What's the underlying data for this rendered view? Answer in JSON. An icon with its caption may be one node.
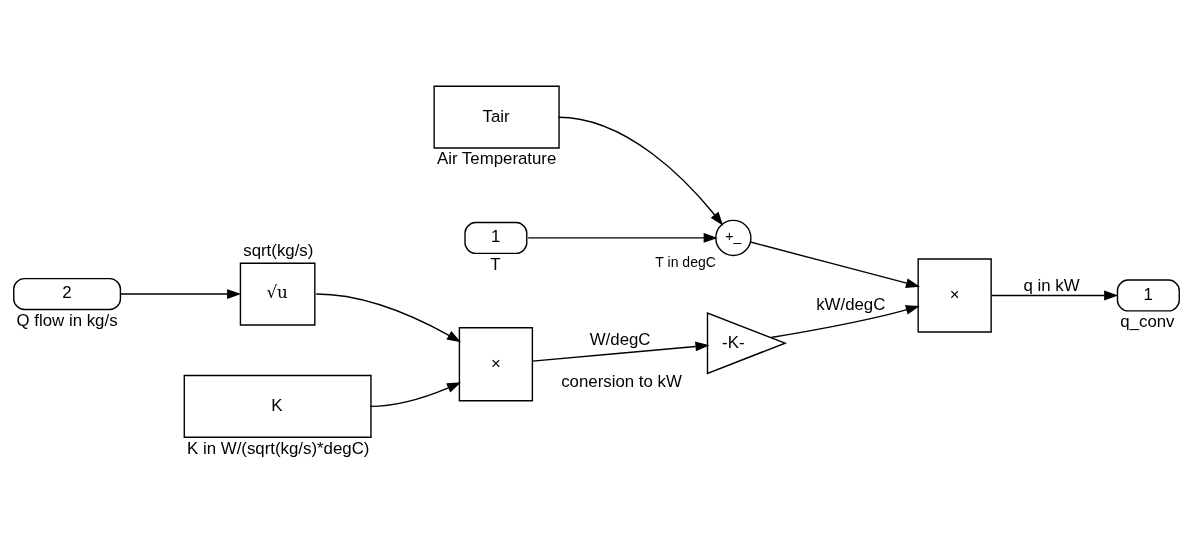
{
  "diagram": {
    "nodes": [
      {
        "text": [
          "1"
        ],
        "beside": [
          "T"
        ]
      },
      {
        "text": [
          "+_"
        ],
        "beside": [
          "T in degC"
        ]
      },
      {
        "text": [
          "Tair"
        ],
        "beside": [
          "Air Temperature"
        ]
      },
      {
        "text": [
          "×"
        ]
      },
      {
        "text": [
          "1"
        ],
        "beside": [
          "q_conv"
        ]
      },
      {
        "text": [
          "2"
        ],
        "beside": [
          "Q flow in kg/s"
        ]
      },
      {
        "text": [
          "√u"
        ],
        "beside": [
          "sqrt(kg/s)"
        ]
      },
      {
        "text": [
          "×"
        ]
      },
      {
        "text": [
          "K"
        ],
        "beside": [
          "K in W/(sqrt(kg/s)*degC)"
        ]
      },
      {
        "text": [
          "-K-"
        ],
        "beside": [
          "conersion to kW"
        ]
      }
    ],
    "edges": [
      {
        "from": 0,
        "to": 1,
        "arrow": "to"
      },
      {
        "from": 2,
        "to": 1,
        "arrow": "to"
      },
      {
        "from": 1,
        "to": 3,
        "arrow": "to"
      },
      {
        "from": 3,
        "to": 4,
        "arrow": "to",
        "label": "q in kW"
      },
      {
        "from": 5,
        "to": 6,
        "arrow": "to"
      },
      {
        "from": 6,
        "to": 7,
        "arrow": "to"
      },
      {
        "from": 8,
        "to": 7,
        "arrow": "to"
      },
      {
        "from": 7,
        "to": 9,
        "arrow": "to",
        "label": "W/degC"
      },
      {
        "from": 9,
        "to": 3,
        "arrow": "to",
        "label": "kW/degC"
      }
    ]
  }
}
